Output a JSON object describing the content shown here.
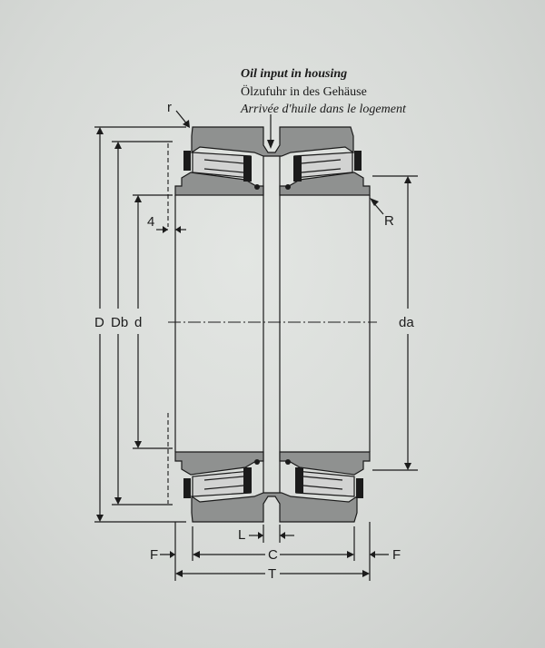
{
  "title": {
    "en": "Oil input in housing",
    "de": "Ölzufuhr in des Gehäuse",
    "fr": "Arrivée d'huile dans le logement"
  },
  "labels": {
    "r": "r",
    "R": "R",
    "four": "4",
    "D": "D",
    "Db": "Db",
    "d": "d",
    "da": "da",
    "L": "L",
    "C": "C",
    "T": "T",
    "F_left": "F",
    "F_right": "F"
  }
}
